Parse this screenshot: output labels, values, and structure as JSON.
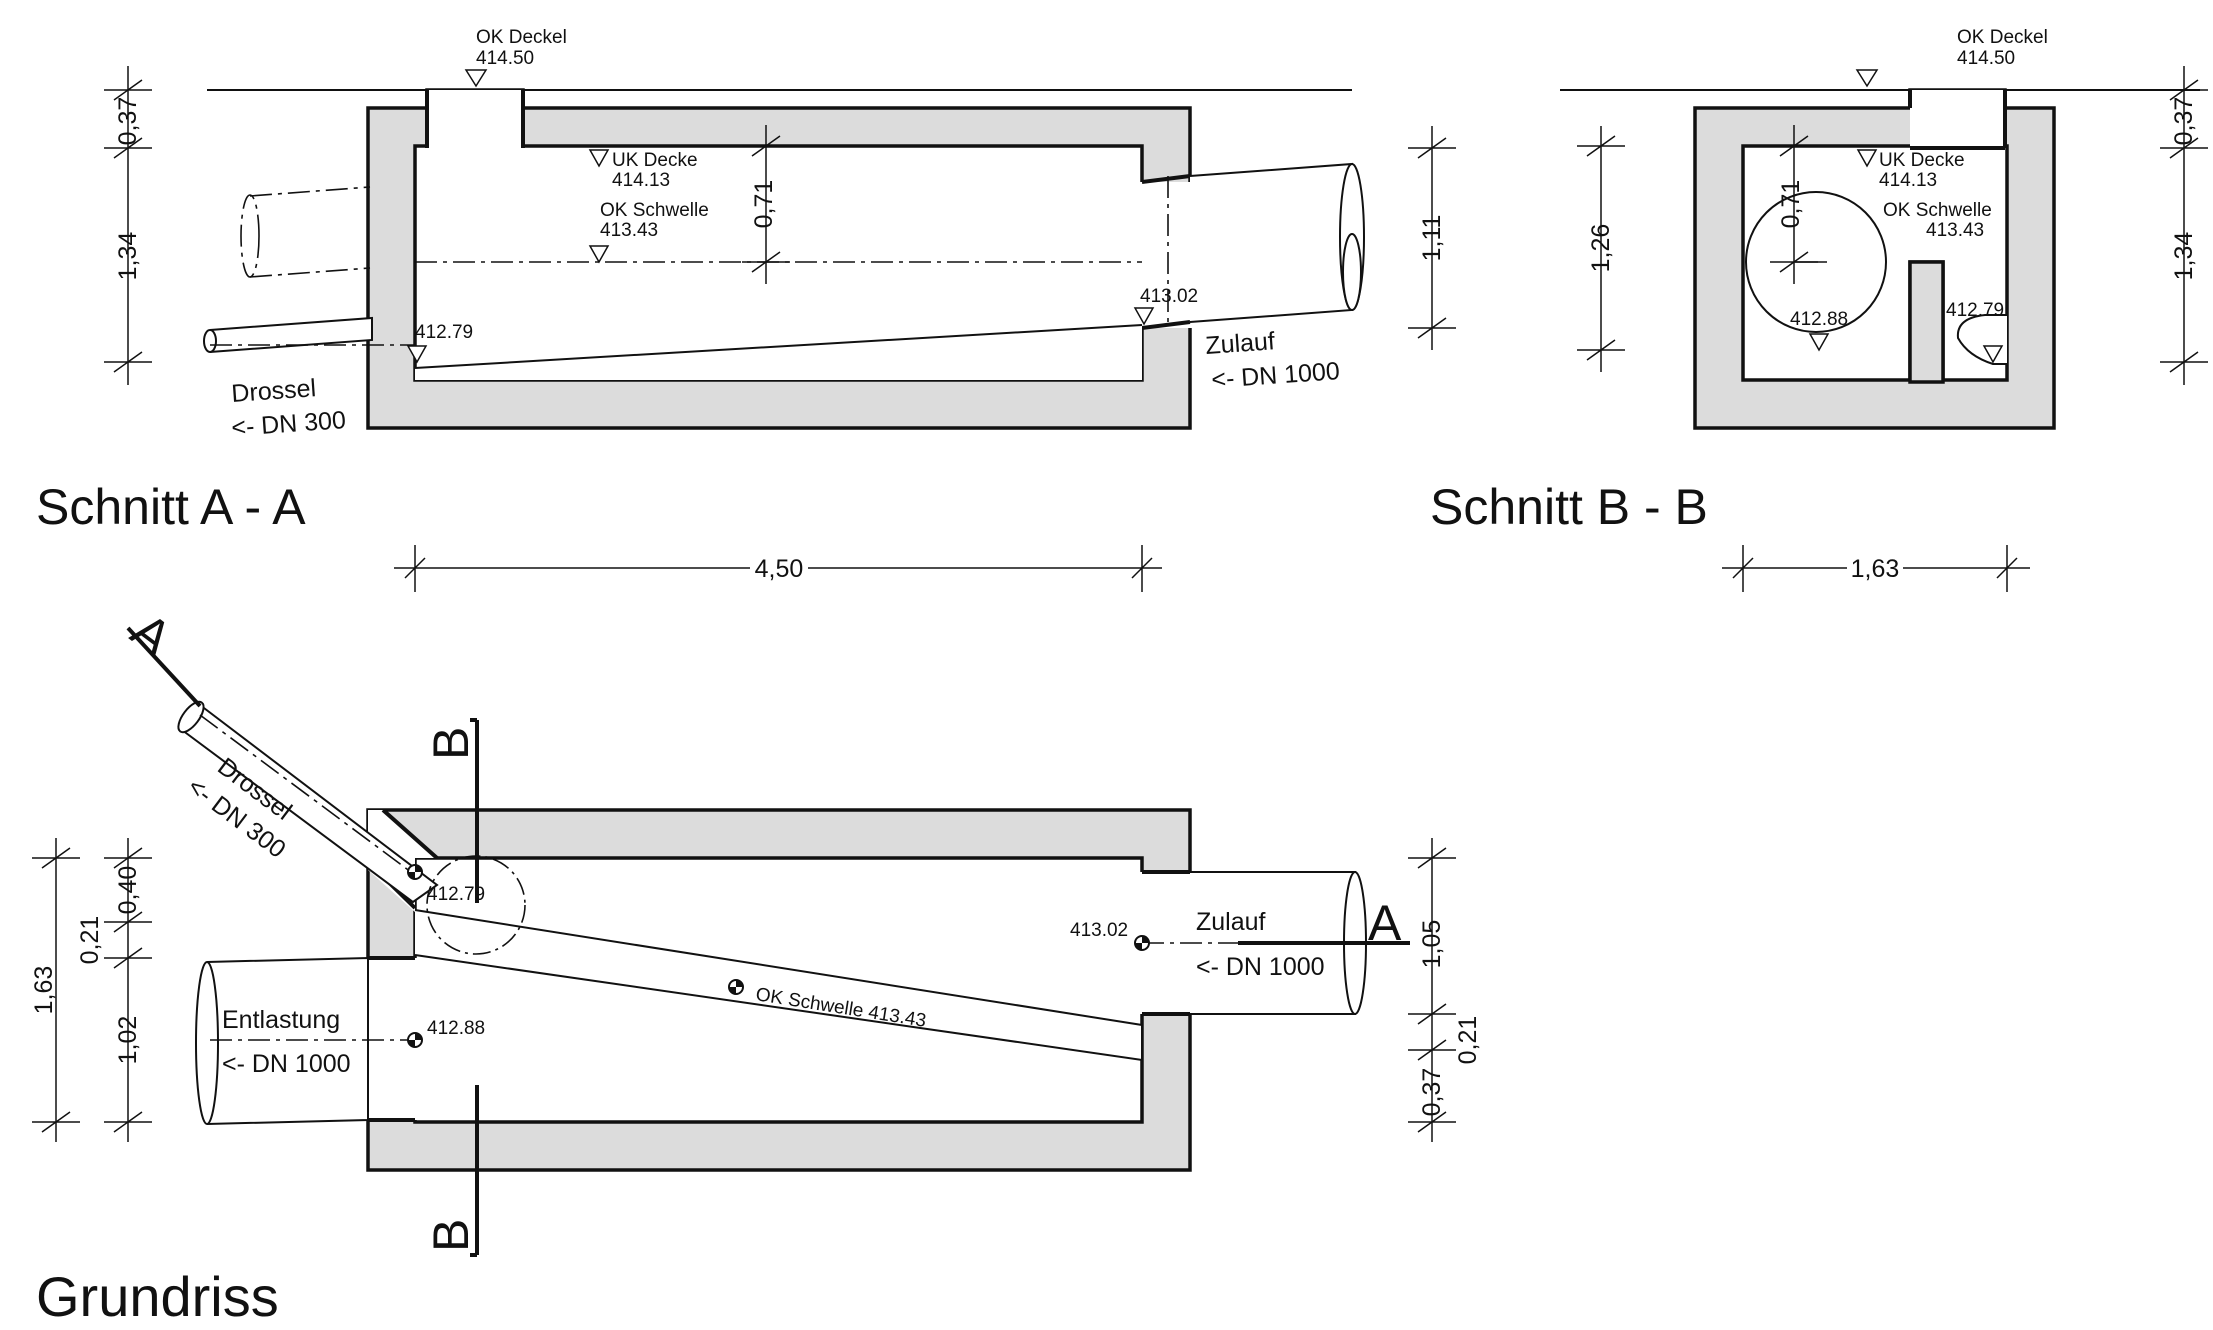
{
  "titles": {
    "schnitt_aa": "Schnitt A - A",
    "schnitt_bb": "Schnitt B - B",
    "grundriss": "Grundriss"
  },
  "section_markers": {
    "a": "A",
    "b": "B"
  },
  "schnitt_aa": {
    "ok_deckel_label": "OK Deckel",
    "ok_deckel_value": "414.50",
    "uk_decke_label": "UK Decke",
    "uk_decke_value": "414.13",
    "ok_schwelle_label": "OK Schwelle",
    "ok_schwelle_value": "413.43",
    "level_left": "412.79",
    "level_right": "413.02",
    "zulauf": "Zulauf",
    "zulauf_dn": "<- DN 1000",
    "drossel": "Drossel",
    "drossel_dn": "<- DN 300",
    "dim_top": "0,37",
    "dim_main": "1,34",
    "dim_gap": "0,71",
    "dim_right": "1,11",
    "dim_length": "4,50"
  },
  "schnitt_bb": {
    "ok_deckel_label": "OK Deckel",
    "ok_deckel_value": "414.50",
    "uk_decke_label": "UK Decke",
    "uk_decke_value": "414.13",
    "ok_schwelle_label": "OK Schwelle",
    "ok_schwelle_value": "413.43",
    "level_left": "412.88",
    "level_right": "412.79",
    "dim_gap": "0,71",
    "dim_left": "1,26",
    "dim_top_right": "0,37",
    "dim_right": "1,34",
    "dim_width": "1,63"
  },
  "grundriss": {
    "drossel": "Drossel",
    "drossel_dn": "<- DN 300",
    "entlastung": "Entlastung",
    "entlastung_dn": "<- DN 1000",
    "zulauf": "Zulauf",
    "zulauf_dn": "<- DN 1000",
    "level_drossel": "412.79",
    "level_entlastung": "412.88",
    "level_zulauf": "413.02",
    "schwelle": "OK Schwelle 413.43",
    "dim_total": "1,63",
    "dim_a": "0,40",
    "dim_b": "0,21",
    "dim_c": "1,02",
    "dim_r_main": "1,05",
    "dim_r_b": "0,21",
    "dim_r_c": "0,37"
  }
}
